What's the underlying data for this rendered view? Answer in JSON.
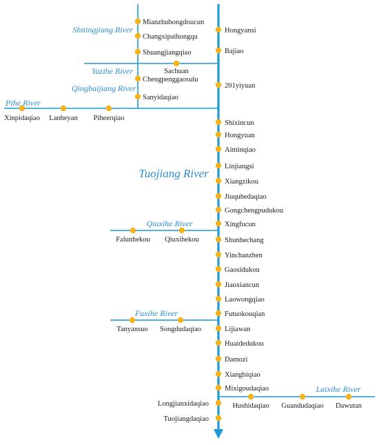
{
  "colors": {
    "river": "#1a9ad6",
    "station": "#f5b21a",
    "river_label": "#2a8bd0",
    "station_label": "#1a1a1a"
  },
  "main_river": {
    "name": "Tuojiang River"
  },
  "tributaries": [
    {
      "id": "shitingjiang",
      "name": "Shitingjiang River"
    },
    {
      "id": "yazihe",
      "name": "Yazihe River"
    },
    {
      "id": "qingbaijiang",
      "name": "Qingbaijiang River"
    },
    {
      "id": "pihe",
      "name": "Pihe River"
    },
    {
      "id": "qiuxihe",
      "name": "Qiuxihe River"
    },
    {
      "id": "fuxihe",
      "name": "Fuxihe River"
    },
    {
      "id": "laixihe",
      "name": "Laixihe River"
    }
  ],
  "stations": {
    "main": [
      "Hongyansi",
      "Bajiao",
      "201yiyuan",
      "Shixincun",
      "Hongyuan",
      "Aiminqiao",
      "Linjiangsi",
      "Xiangzikou",
      "Jiuquhedaqiao",
      "Gongchengpudukou",
      "Xingfucun",
      "Shunhechang",
      "Yinchanzhen",
      "Gaosidukou",
      "Jiaoxiancun",
      "Laowongqiao",
      "Futuokouqian",
      "Lijiawan",
      "Huaidedukou",
      "Damozi",
      "Xiangbiqiao",
      "Mixigoudaqiao",
      "Longjianxidaqiao",
      "Tuojiangdaqiao"
    ],
    "shitingjiang": [
      "Mianzhuhongdoucun",
      "Changxipaihongqu",
      "Shuangjiangqiao"
    ],
    "yazihe": [
      "Sachuan"
    ],
    "qingbaijiang": [
      "Chengpenggaosulu",
      "Sanyidaqiao"
    ],
    "pihe": [
      "Xinpidaqiao",
      "Lanheyan",
      "Piheerqiao"
    ],
    "qiuxihe": [
      "Falunhekou",
      "Qiuxihekou"
    ],
    "fuxihe": [
      "Tanyansuo",
      "Songdudaqiao"
    ],
    "laixihe": [
      "Hushidaqiao",
      "Guandudaqiao",
      "Dawutan"
    ]
  }
}
